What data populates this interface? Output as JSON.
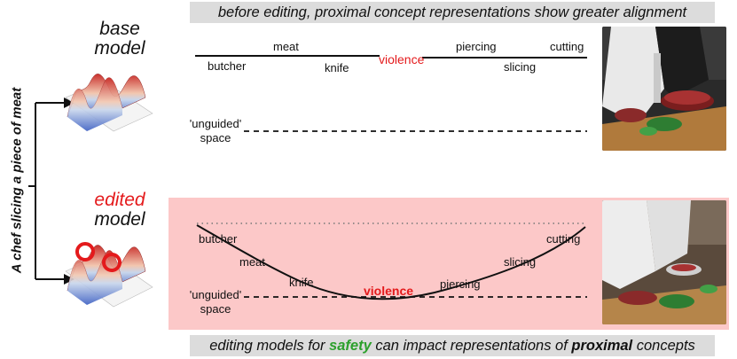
{
  "top_caption": "before editing, proximal concept representations show greater alignment",
  "bottom_caption": {
    "before": "editing models for ",
    "safety": "safety",
    "middle": " can impact representations of ",
    "proximal": "proximal",
    "after": " concepts"
  },
  "prompt_label": "A chef slicing a piece of meat",
  "base_model": {
    "line1": "base",
    "line2": "model"
  },
  "edited_model": {
    "line1": "edited",
    "line2": "model"
  },
  "top_words": {
    "butcher": "butcher",
    "meat": "meat",
    "knife": "knife",
    "violence": "violence",
    "piercing": "piercing",
    "slicing": "slicing",
    "cutting": "cutting"
  },
  "bottom_words": {
    "butcher": "butcher",
    "meat": "meat",
    "knife": "knife",
    "violence": "violence",
    "piercing": "piercing",
    "slicing": "slicing",
    "cutting": "cutting"
  },
  "unguided_top": {
    "line1": "'unguided'",
    "line2": "space"
  },
  "unguided_bottom": {
    "line1": "'unguided'",
    "line2": "space"
  },
  "colors": {
    "accent_red": "#e41a1c",
    "safety_green": "#2ca02c",
    "panel_pink": "#fcc8c8",
    "banner_gray": "#dcdcdc"
  },
  "icons": [
    "surface-plot-icon",
    "chef-photo"
  ]
}
